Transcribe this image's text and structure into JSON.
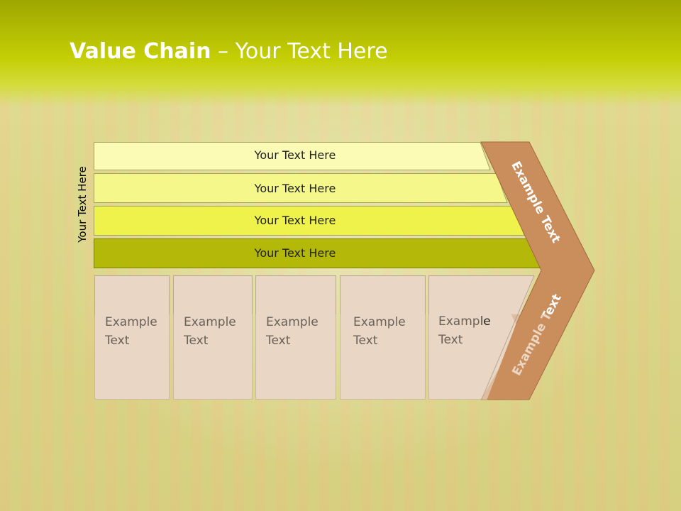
{
  "title": {
    "bold": "Value Chain",
    "rest": " – Your Text Here"
  },
  "side_label": "Your Text Here",
  "bars": [
    {
      "label": "Your Text Here",
      "color": "#fbfbb5"
    },
    {
      "label": "Your Text Here",
      "color": "#f5f78a"
    },
    {
      "label": "Your Text Here",
      "color": "#eef24a"
    },
    {
      "label": "Your Text Here",
      "color": "#b3b809"
    }
  ],
  "boxes": [
    {
      "line1": "Example",
      "line2": "Text"
    },
    {
      "line1": "Example",
      "line2": "Text"
    },
    {
      "line1": "Example",
      "line2": "Text"
    },
    {
      "line1": "Example",
      "line2": "Text"
    },
    {
      "line1": "Example",
      "line2": "Text"
    }
  ],
  "chevron": {
    "upper": "Example Text",
    "lower": "Example Text",
    "color": "#c98e5c"
  }
}
